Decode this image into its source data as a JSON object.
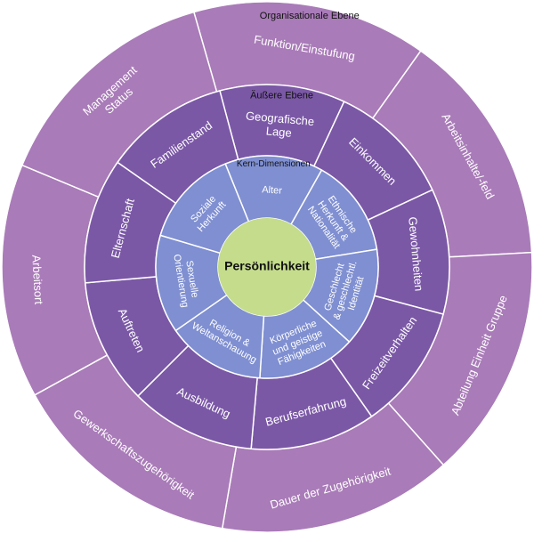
{
  "colors": {
    "outer": "#a97bb8",
    "middle": "#7b58a6",
    "inner": "#7f8fd1",
    "center": "#c4dc8c",
    "divider": "#ffffff",
    "text_light": "#ffffff",
    "text_dark": "#111111"
  },
  "center": {
    "label": "Persönlichkeit"
  },
  "inner_ring": {
    "title": "Kern-Dimensionen",
    "segments": [
      {
        "label": "Alter"
      },
      {
        "label": "Ethnische Herkunft & Nationalität"
      },
      {
        "label": "Geschlecht & geschlechtl. Identität"
      },
      {
        "label": "Körperliche und geistige Fähigkeiten"
      },
      {
        "label": "Religion & Weltanschauung"
      },
      {
        "label": "Sexuelle Orientierung"
      },
      {
        "label": "Soziale Herkunft"
      }
    ]
  },
  "middle_ring": {
    "title": "Äußere Ebene",
    "segments": [
      {
        "label": "Geografische Lage"
      },
      {
        "label": "Einkommen"
      },
      {
        "label": "Gewohnheiten"
      },
      {
        "label": "Freizeitverhalten"
      },
      {
        "label": "Berufserfahrung"
      },
      {
        "label": "Ausbildung"
      },
      {
        "label": "Auftreten"
      },
      {
        "label": "Elternschaft"
      },
      {
        "label": "Familienstand"
      }
    ]
  },
  "outer_ring": {
    "title": "Organisationale Ebene",
    "segments": [
      {
        "label": "Funktion/Einstufung"
      },
      {
        "label": "Arbeitsinhalte/-feld"
      },
      {
        "label": "Abteilung Einheit Gruppe"
      },
      {
        "label": "Dauer der Zugehörigkeit"
      },
      {
        "label": "Gewerkschaftszugehörigkeit"
      },
      {
        "label": "Arbeitsort"
      },
      {
        "label": "Management Status"
      }
    ]
  }
}
